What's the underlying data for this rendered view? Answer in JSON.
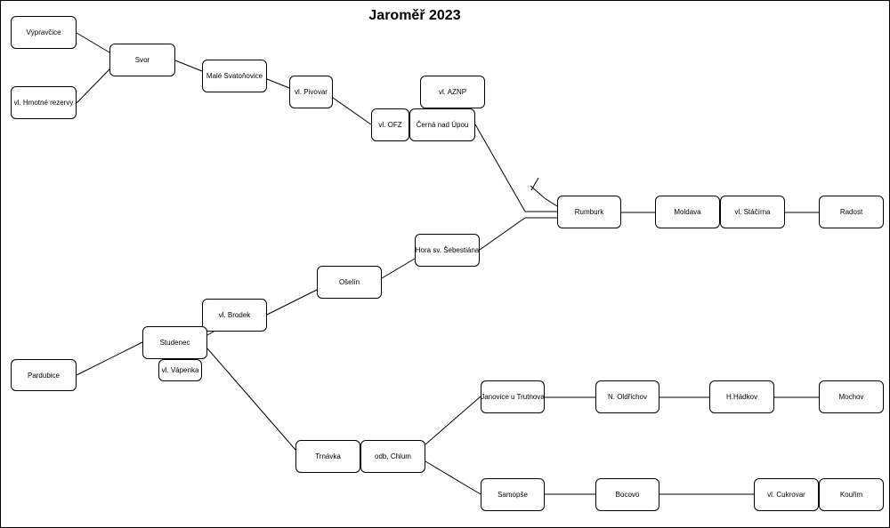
{
  "title": "Jaroměř 2023",
  "nodes": {
    "vypravcice": "Výpravčice",
    "hmotne_rezervy": "vl. Hmotné rezervy",
    "svor": "Svor",
    "male_svatonovice": "Malé Svatoňovice",
    "pivovar": "vl. Pivovar",
    "ofz": "vl. OFZ",
    "cerna_nad_upou": "Černá nad Úpou",
    "aznp": "vl. AZNP",
    "rumburk": "Rumburk",
    "moldava": "Moldava",
    "stacirna": "vl. Stáčírna",
    "radost": "Radost",
    "hora_sebestiana": "Hora sv. Šebestiána",
    "oselin": "Ošelín",
    "brodek": "vl. Brodek",
    "studenec": "Studenec",
    "vapenka": "vl. Vápenka",
    "pardubice": "Pardubice",
    "trnavka": "Trnávka",
    "odb_chlum": "odb, Chlum",
    "janovice": "Janovice u Trutnova",
    "oldrichov": "N. Oldřichov",
    "hadkov": "H.Hádkov",
    "mochov": "Mochov",
    "samopse": "Samopše",
    "bocovo": "Bocovo",
    "cukrovar": "vl. Cukrovar",
    "kourim": "Kouřim"
  }
}
